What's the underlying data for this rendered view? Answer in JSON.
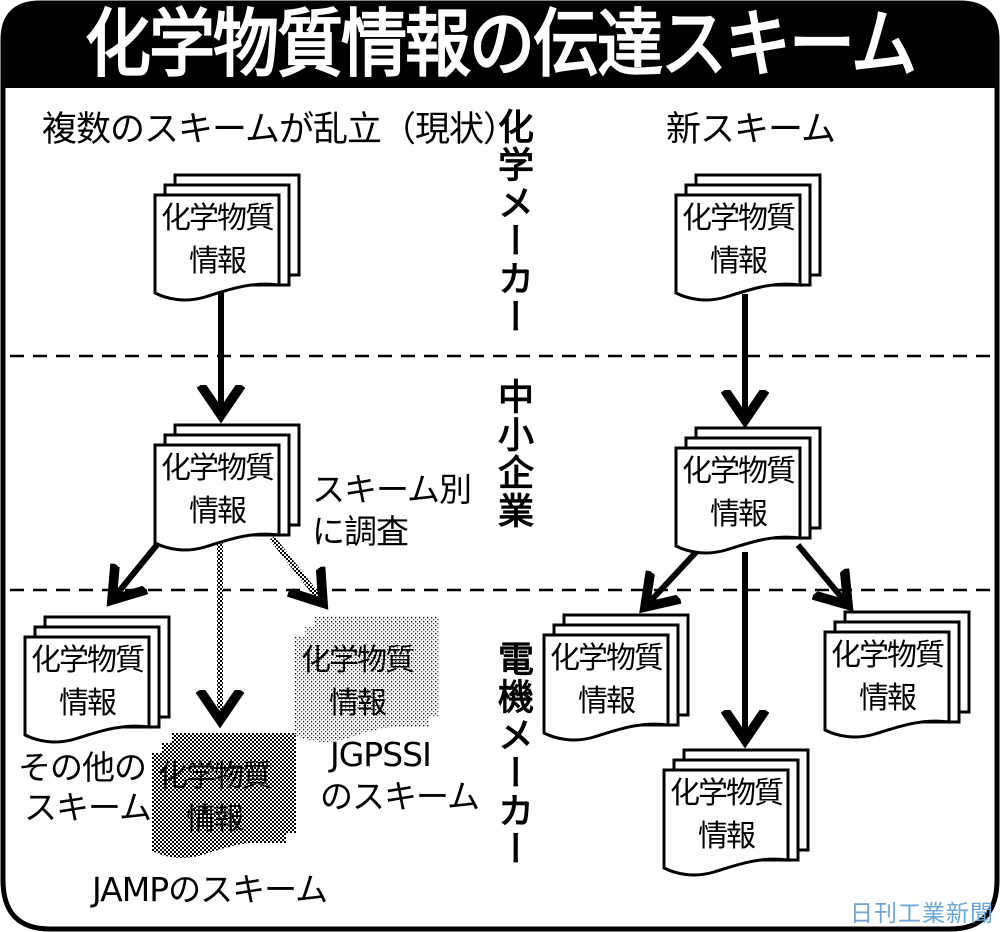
{
  "title": "化学物質情報の伝達スキーム",
  "columns": {
    "current": {
      "heading": "複数のスキームが乱立（現状）"
    },
    "new": {
      "heading": "新スキーム"
    }
  },
  "tiers": [
    {
      "id": "chemical-maker",
      "label": "化学メーカー"
    },
    {
      "id": "sme",
      "label": "中小企業"
    },
    {
      "id": "electrical-maker",
      "label": "電機メーカー"
    }
  ],
  "document_label": {
    "line1": "化学物質",
    "line2": "情報"
  },
  "current_scheme": {
    "annotation_line1": "スキーム別",
    "annotation_line2": "に調査",
    "schemes": [
      {
        "id": "other",
        "caption_line1": "その他の",
        "caption_line2": "スキーム",
        "fill": "white"
      },
      {
        "id": "jamp",
        "caption_line1": "JAMPのスキーム",
        "caption_line2": "",
        "fill": "dense-checker"
      },
      {
        "id": "jgpssi",
        "caption_line1": "JGPSSI",
        "caption_line2": "のスキーム",
        "fill": "light-dots"
      }
    ]
  },
  "new_scheme": {
    "recipients": 3
  },
  "colors": {
    "frame": "#000000",
    "title_bg": "#000000",
    "title_text": "#ffffff",
    "watermark": "#6aa6dc"
  },
  "watermark": "日刊工業新聞"
}
